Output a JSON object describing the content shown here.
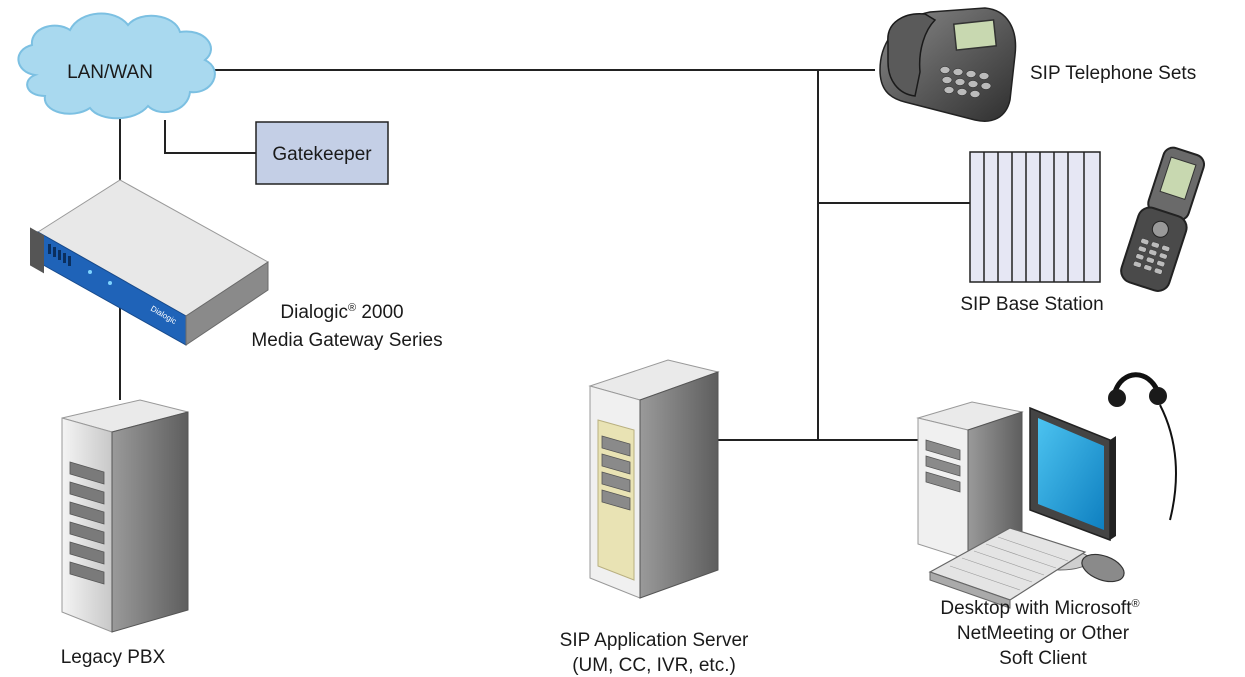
{
  "cloud": {
    "label": "LAN/WAN"
  },
  "gatekeeper": {
    "label": "Gatekeeper"
  },
  "gateway": {
    "line1_prefix": "Dialogic",
    "line1_reg": "®",
    "line1_suffix": " 2000",
    "line2": "Media Gateway Series",
    "brand": "Dialogic"
  },
  "pbx": {
    "label": "Legacy PBX"
  },
  "app_server": {
    "line1": "SIP Application Server",
    "line2": "(UM, CC, IVR, etc.)"
  },
  "phones": {
    "label": "SIP Telephone Sets"
  },
  "base_station": {
    "label": "SIP Base Station"
  },
  "desktop": {
    "line1_prefix": "Desktop with Microsoft",
    "line1_reg": "®",
    "line2": "NetMeeting or Other",
    "line3": "Soft Client"
  },
  "colors": {
    "cloud": "#a9d9ef",
    "gatekeeper_fill": "#c4cfe6",
    "gateway_blue": "#1f63b8",
    "server_gray": "#d8d8d8",
    "server_beige": "#e9e3b4",
    "monitor_blue": "#1aa8e6",
    "line": "#222222"
  }
}
